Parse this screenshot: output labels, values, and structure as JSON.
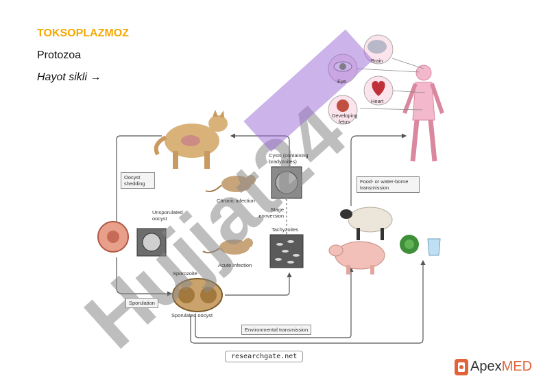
{
  "slide": {
    "title": "TOKSOPLAZMOZ",
    "subtitle": "Protozoa",
    "cycle_label": "Hayot sikli →"
  },
  "diagram": {
    "labels": {
      "oocyst_shedding": "Oocyst shedding",
      "unsporulated": "Unsporulated oocyst",
      "sporozoite": "Sporozoite",
      "sporulation": "Sporulation",
      "sporulated_oocyst": "Sporulated oocyst",
      "cysts": "Cysts (containing bradyzoites)",
      "chronic_infection": "Chronic infection",
      "stage_conversion": "Stage conversion",
      "tachyzoites": "Tachyzoites",
      "acute_infection": "Acute infection",
      "environmental": "Environmental transmission",
      "food_water": "Food- or water-borne transmission",
      "brain": "Brain",
      "eye": "Eye",
      "heart": "Heart",
      "fetus": "Developing fetus"
    }
  },
  "watermark": "Hujjat24",
  "credit": "researchgate.net",
  "brand": {
    "part1": "Apex",
    "part2": "MED"
  }
}
